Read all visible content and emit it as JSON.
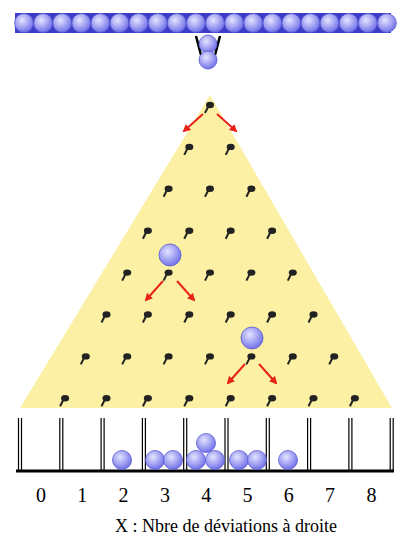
{
  "diagram": {
    "labels": [
      "0",
      "1",
      "2",
      "3",
      "4",
      "5",
      "6",
      "7",
      "8",
      "X : Nbre de déviations à droite"
    ]
  }
}
